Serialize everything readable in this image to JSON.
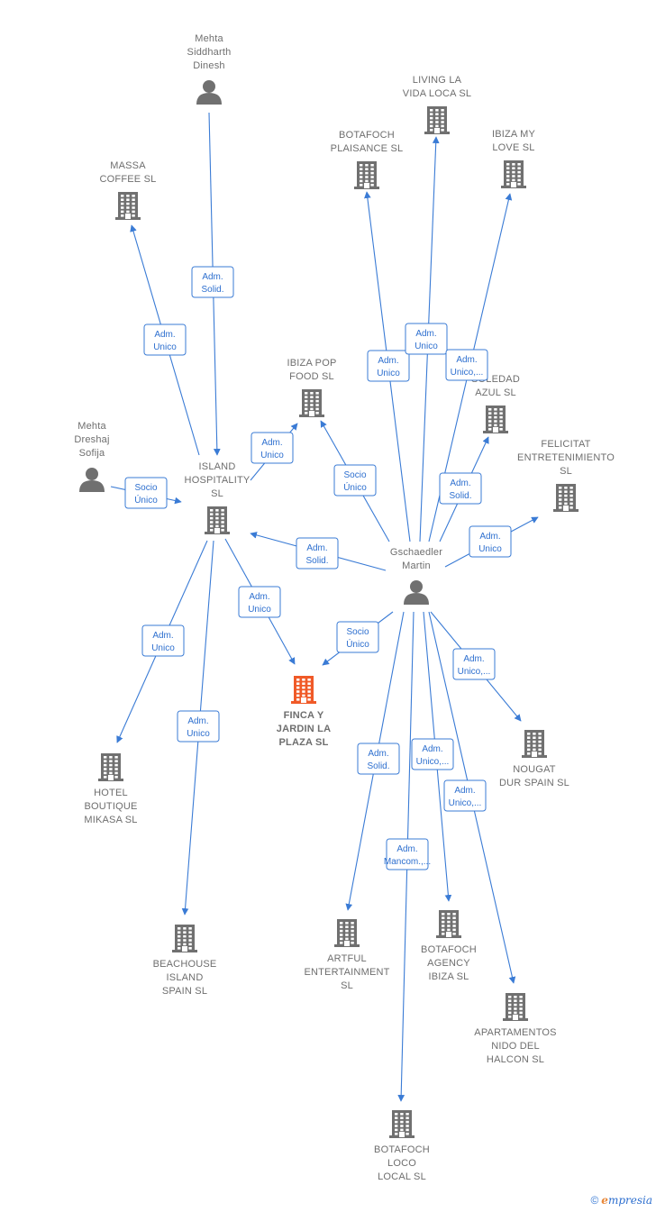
{
  "colors": {
    "edge": "#3a7bd5",
    "node": "#707070",
    "focus": "#f05a28",
    "label": "#6e6e6e"
  },
  "nodes": [
    {
      "id": "mehta_sd",
      "kind": "person",
      "lines": [
        "Mehta",
        "Siddharth",
        "Dinesh"
      ]
    },
    {
      "id": "living",
      "kind": "company",
      "lines": [
        "LIVING LA",
        "VIDA LOCA  SL"
      ]
    },
    {
      "id": "botafoch_pl",
      "kind": "company",
      "lines": [
        "BOTAFOCH",
        "PLAISANCE SL"
      ]
    },
    {
      "id": "ibiza_my",
      "kind": "company",
      "lines": [
        "IBIZA MY",
        "LOVE  SL"
      ]
    },
    {
      "id": "massa",
      "kind": "company",
      "lines": [
        "MASSA",
        "COFFEE  SL"
      ]
    },
    {
      "id": "ibiza_pop",
      "kind": "company",
      "lines": [
        "IBIZA POP",
        "FOOD  SL"
      ]
    },
    {
      "id": "soledad",
      "kind": "company",
      "lines": [
        "SOLEDAD",
        "AZUL  SL"
      ]
    },
    {
      "id": "mehta_ds",
      "kind": "person",
      "lines": [
        "Mehta",
        "Dreshaj",
        "Sofija"
      ]
    },
    {
      "id": "island",
      "kind": "company",
      "lines": [
        "ISLAND",
        "HOSPITALITY",
        "SL"
      ]
    },
    {
      "id": "felicitat",
      "kind": "company",
      "lines": [
        "FELICITAT",
        "ENTRETENIMIENTO",
        "SL"
      ]
    },
    {
      "id": "gschaedler",
      "kind": "person",
      "lines": [
        "Gschaedler",
        "Martin"
      ]
    },
    {
      "id": "finca",
      "kind": "focus",
      "lines": [
        "FINCA Y",
        "JARDIN LA",
        "PLAZA  SL"
      ]
    },
    {
      "id": "hotel",
      "kind": "company",
      "lines": [
        "HOTEL",
        "BOUTIQUE",
        "MIKASA  SL"
      ]
    },
    {
      "id": "nougat",
      "kind": "company",
      "lines": [
        "NOUGAT",
        "DUR SPAIN  SL"
      ]
    },
    {
      "id": "beachouse",
      "kind": "company",
      "lines": [
        "BEACHOUSE",
        "ISLAND",
        "SPAIN  SL"
      ]
    },
    {
      "id": "artful",
      "kind": "company",
      "lines": [
        "ARTFUL",
        "ENTERTAINMENT",
        "SL"
      ]
    },
    {
      "id": "botafoch_ag",
      "kind": "company",
      "lines": [
        "BOTAFOCH",
        "AGENCY",
        "IBIZA SL"
      ]
    },
    {
      "id": "apartamentos",
      "kind": "company",
      "lines": [
        "APARTAMENTOS",
        "NIDO DEL",
        "HALCON  SL"
      ]
    },
    {
      "id": "botafoch_lo",
      "kind": "company",
      "lines": [
        "BOTAFOCH",
        "LOCO",
        "LOCAL  SL"
      ]
    }
  ],
  "edges": [
    {
      "from": "mehta_sd",
      "to": "island",
      "lines": [
        "Adm.",
        "Solid."
      ]
    },
    {
      "from": "island",
      "to": "massa",
      "lines": [
        "Adm.",
        "Unico"
      ]
    },
    {
      "from": "island",
      "to": "ibiza_pop",
      "lines": [
        "Adm.",
        "Unico"
      ]
    },
    {
      "from": "mehta_ds",
      "to": "island",
      "lines": [
        "Socio",
        "Único"
      ]
    },
    {
      "from": "gschaedler",
      "to": "island",
      "lines": [
        "Adm.",
        "Solid."
      ]
    },
    {
      "from": "island",
      "to": "finca",
      "lines": [
        "Adm.",
        "Unico"
      ]
    },
    {
      "from": "island",
      "to": "hotel",
      "lines": [
        "Adm.",
        "Unico"
      ]
    },
    {
      "from": "island",
      "to": "beachouse",
      "lines": [
        "Adm.",
        "Unico"
      ]
    },
    {
      "from": "gschaedler",
      "to": "ibiza_pop",
      "lines": [
        "Socio",
        "Único"
      ]
    },
    {
      "from": "gschaedler",
      "to": "botafoch_pl",
      "lines": [
        "Adm.",
        "Unico"
      ]
    },
    {
      "from": "gschaedler",
      "to": "living",
      "lines": [
        "Adm.",
        "Unico"
      ]
    },
    {
      "from": "gschaedler",
      "to": "ibiza_my",
      "lines": [
        "Adm.",
        "Unico,..."
      ]
    },
    {
      "from": "gschaedler",
      "to": "soledad",
      "lines": [
        "Adm.",
        "Solid."
      ]
    },
    {
      "from": "gschaedler",
      "to": "felicitat",
      "lines": [
        "Adm.",
        "Unico"
      ]
    },
    {
      "from": "gschaedler",
      "to": "finca",
      "lines": [
        "Socio",
        "Único"
      ]
    },
    {
      "from": "gschaedler",
      "to": "nougat",
      "lines": [
        "Adm.",
        "Unico,..."
      ]
    },
    {
      "from": "gschaedler",
      "to": "artful",
      "lines": [
        "Adm.",
        "Solid."
      ]
    },
    {
      "from": "gschaedler",
      "to": "botafoch_ag",
      "lines": [
        "Adm.",
        "Unico,..."
      ]
    },
    {
      "from": "gschaedler",
      "to": "apartamentos",
      "lines": [
        "Adm.",
        "Unico,..."
      ]
    },
    {
      "from": "gschaedler",
      "to": "botafoch_lo",
      "lines": [
        "Adm.",
        "Mancom.,..."
      ]
    }
  ],
  "footer": {
    "copyright": "©",
    "brand_e": "e",
    "brand_rest": "mpresia"
  }
}
